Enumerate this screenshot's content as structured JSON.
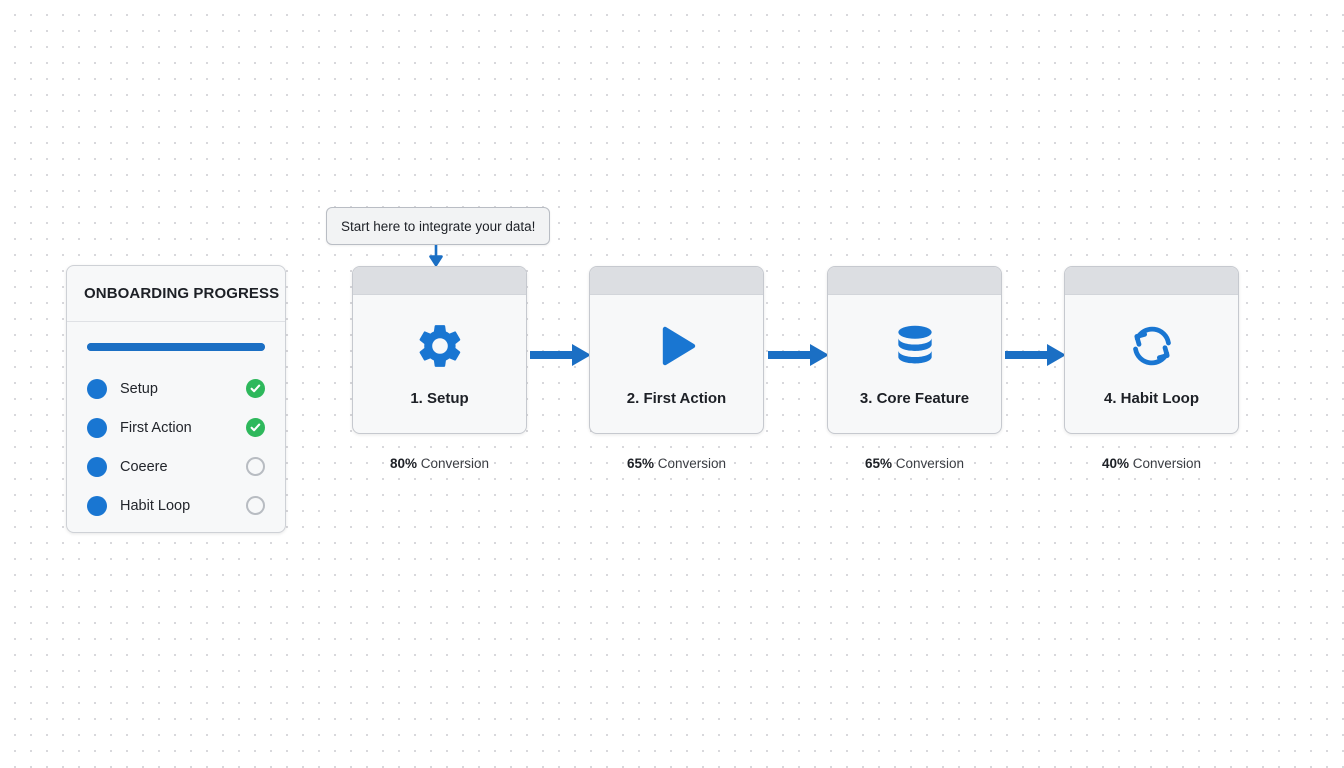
{
  "theme": {
    "accent_blue": "#1976d2",
    "progress_blue": "#1b6fc4",
    "success_green": "#2eb85c",
    "pending_gray": "#b8bcc2",
    "card_bg": "#f7f8f9",
    "card_header": "#dcdee2",
    "page_bg": "#ffffff"
  },
  "progress_panel": {
    "title": "ONBOARDING PROGRESS",
    "progress_percent": 100,
    "steps": [
      {
        "label": "Setup",
        "status": "done",
        "status_icon": "check-circle-icon"
      },
      {
        "label": "First Action",
        "status": "done",
        "status_icon": "check-circle-icon"
      },
      {
        "label": "Coeere",
        "status": "pending",
        "status_icon": "empty-circle-icon"
      },
      {
        "label": "Habit Loop",
        "status": "pending",
        "status_icon": "empty-circle-icon"
      }
    ]
  },
  "tooltip": {
    "text": "Start here to integrate your data!",
    "arrow_icon": "arrow-down-icon"
  },
  "flow": {
    "connector_icon": "arrow-right-icon",
    "steps": [
      {
        "label": "1. Setup",
        "icon": "gear-icon",
        "conversion_value": "80%",
        "conversion_label": " Conversion"
      },
      {
        "label": "2. First Action",
        "icon": "play-icon",
        "conversion_value": "65%",
        "conversion_label": " Conversion"
      },
      {
        "label": "3. Core Feature",
        "icon": "database-icon",
        "conversion_value": "65%",
        "conversion_label": " Conversion"
      },
      {
        "label": "4. Habit Loop",
        "icon": "loop-icon",
        "conversion_value": "40%",
        "conversion_label": " Conversion"
      }
    ]
  }
}
